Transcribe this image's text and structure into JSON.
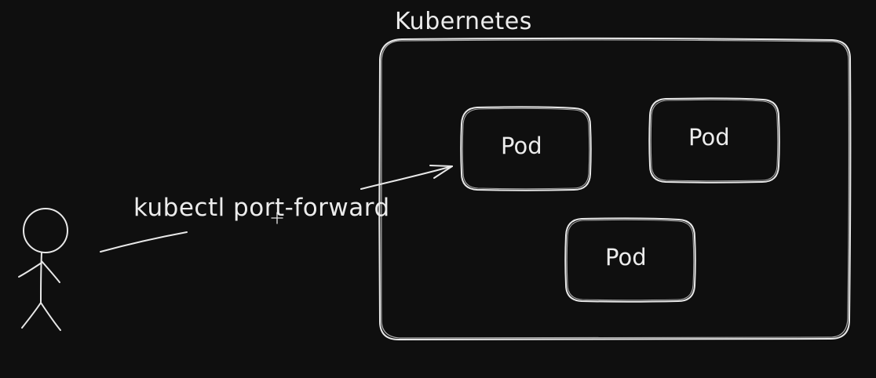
{
  "diagram": {
    "cluster": {
      "title": "Kubernetes"
    },
    "pods": [
      {
        "label": "Pod"
      },
      {
        "label": "Pod"
      },
      {
        "label": "Pod"
      }
    ],
    "connection": {
      "label": "kubectl port-forward"
    },
    "actor": {
      "icon": "stick-figure-icon"
    },
    "colors": {
      "background": "#0f0f0f",
      "stroke": "#e8e8e8"
    }
  }
}
